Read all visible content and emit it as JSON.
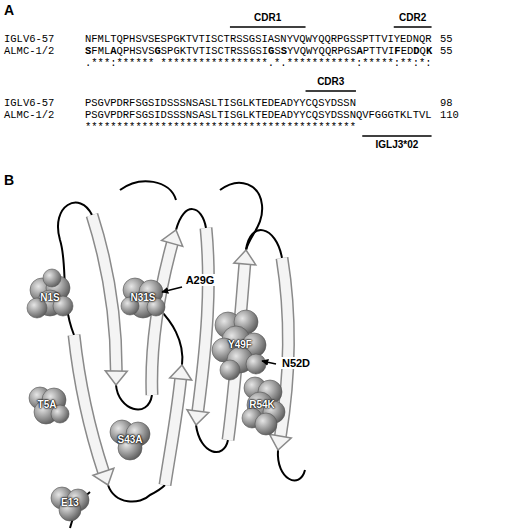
{
  "diagram": {
    "labels": [
      "A",
      "CDR1",
      "CDR2",
      "IGLV6-57",
      "NFMLTQPHSVSESPGKTVTISCTRSSGSIASNYVQWYQQRPGSSPTTVIYEDNQR",
      "55",
      "ALMC-1/2",
      "SFMLAQPHSVSGSPGKTVTISCTRSSGSIGSSYVQWYQQRPGSAPTTVIFEDDQK",
      "55",
      ".***:****** *****************.*.***********:*****:**:*:",
      "CDR3",
      "IGLV6-57",
      "PSGVPDRFSGSIDSSSNSASLTISGLKTEDEADYYCQSYDSSN",
      "98",
      "ALMC-1/2",
      "PSGVPDRFSGSIDSSSNSASLTISGLKTEDEADYYCQSYDSSNQVFGGGTKLTVL",
      "110",
      "*******************************************",
      "IGLJ3*02",
      "B",
      "N1S",
      "A29G",
      "N31S",
      "T5A",
      "Y49F",
      "N52D",
      "R54K",
      "S43A",
      "E13"
    ]
  }
}
